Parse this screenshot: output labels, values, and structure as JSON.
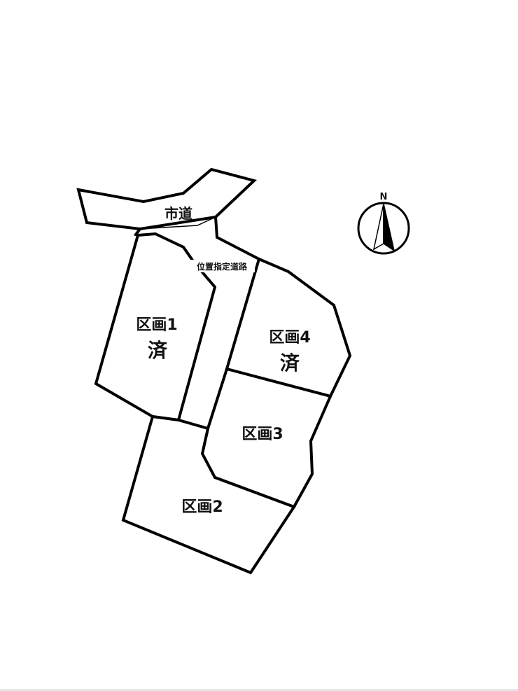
{
  "plan": {
    "city_road_label": "市道",
    "private_road_label": "位置指定道路",
    "lots": [
      {
        "id": 1,
        "label": "区画1",
        "status": "済"
      },
      {
        "id": 2,
        "label": "区画2",
        "status": ""
      },
      {
        "id": 3,
        "label": "区画3",
        "status": ""
      },
      {
        "id": 4,
        "label": "区画4",
        "status": "済"
      }
    ],
    "compass": {
      "label": "N"
    }
  },
  "colors": {
    "line": "#000000",
    "fill": "#ffffff",
    "text": "#111111"
  }
}
